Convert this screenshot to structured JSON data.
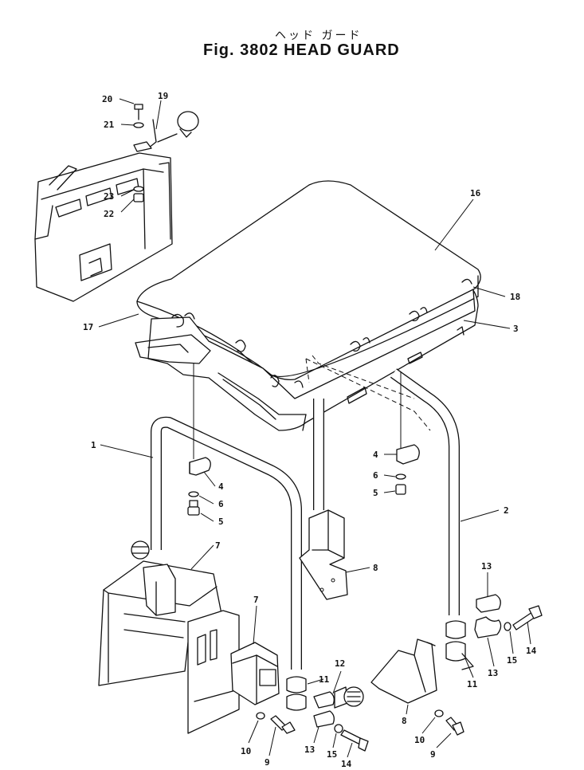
{
  "figure": {
    "title_jp": "ヘッド ガード",
    "title_en": "Fig. 3802 HEAD GUARD"
  },
  "callouts": [
    {
      "id": "c20",
      "text": "20"
    },
    {
      "id": "c19",
      "text": "19"
    },
    {
      "id": "c21",
      "text": "21"
    },
    {
      "id": "c23",
      "text": "23"
    },
    {
      "id": "c22",
      "text": "22"
    },
    {
      "id": "c16",
      "text": "16"
    },
    {
      "id": "c18",
      "text": "18"
    },
    {
      "id": "c17",
      "text": "17"
    },
    {
      "id": "c3",
      "text": "3"
    },
    {
      "id": "c1",
      "text": "1"
    },
    {
      "id": "c4a",
      "text": "4"
    },
    {
      "id": "c6a",
      "text": "6"
    },
    {
      "id": "c5a",
      "text": "5"
    },
    {
      "id": "c4b",
      "text": "4"
    },
    {
      "id": "c6b",
      "text": "6"
    },
    {
      "id": "c5b",
      "text": "5"
    },
    {
      "id": "c2",
      "text": "2"
    },
    {
      "id": "c7a",
      "text": "7"
    },
    {
      "id": "c8a",
      "text": "8"
    },
    {
      "id": "c7b",
      "text": "7"
    },
    {
      "id": "c11a",
      "text": "11"
    },
    {
      "id": "c12",
      "text": "12"
    },
    {
      "id": "c13a",
      "text": "13"
    },
    {
      "id": "c13b",
      "text": "13"
    },
    {
      "id": "c15a",
      "text": "15"
    },
    {
      "id": "c14a",
      "text": "14"
    },
    {
      "id": "c11b",
      "text": "11"
    },
    {
      "id": "c8b",
      "text": "8"
    },
    {
      "id": "c10a",
      "text": "10"
    },
    {
      "id": "c9a",
      "text": "9"
    },
    {
      "id": "c13c",
      "text": "13"
    },
    {
      "id": "c15b",
      "text": "15"
    },
    {
      "id": "c14b",
      "text": "14"
    },
    {
      "id": "c10b",
      "text": "10"
    },
    {
      "id": "c9b",
      "text": "9"
    }
  ]
}
